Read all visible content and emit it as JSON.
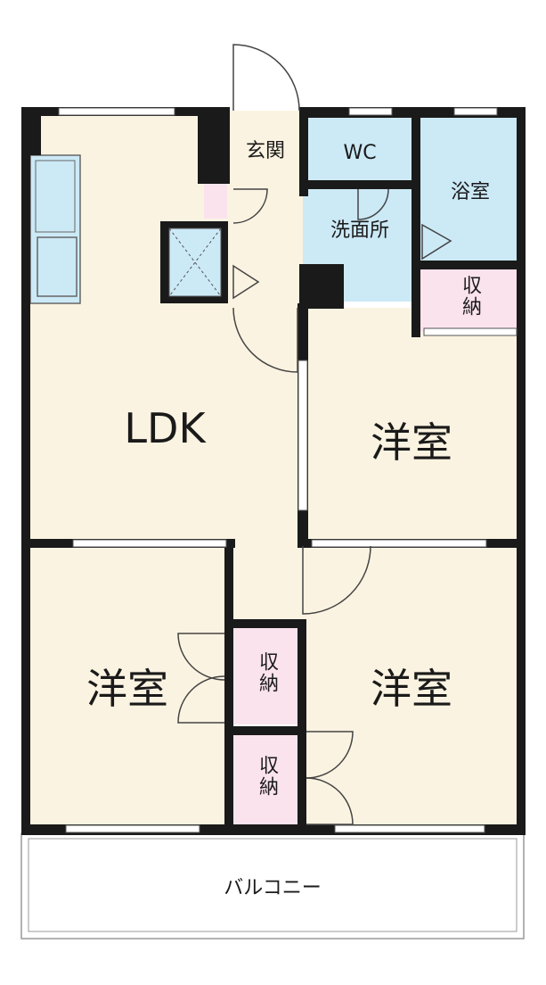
{
  "rooms": {
    "ldk": "LDK",
    "genkan": "玄関",
    "wc": "WC",
    "bathroom": "浴室",
    "washroom": "洗面所",
    "storage_top": "収納",
    "western_right_top": "洋室",
    "western_left": "洋室",
    "western_right_bottom": "洋室",
    "storage_mid": "収納",
    "storage_bottom": "収納",
    "balcony": "バルコニー"
  },
  "colors": {
    "wall": "#1a1a1a",
    "floor": "#fbf3e1",
    "wet_area": "#cce9f6",
    "storage": "#fbe3ee",
    "balcony": "#ffffff"
  }
}
